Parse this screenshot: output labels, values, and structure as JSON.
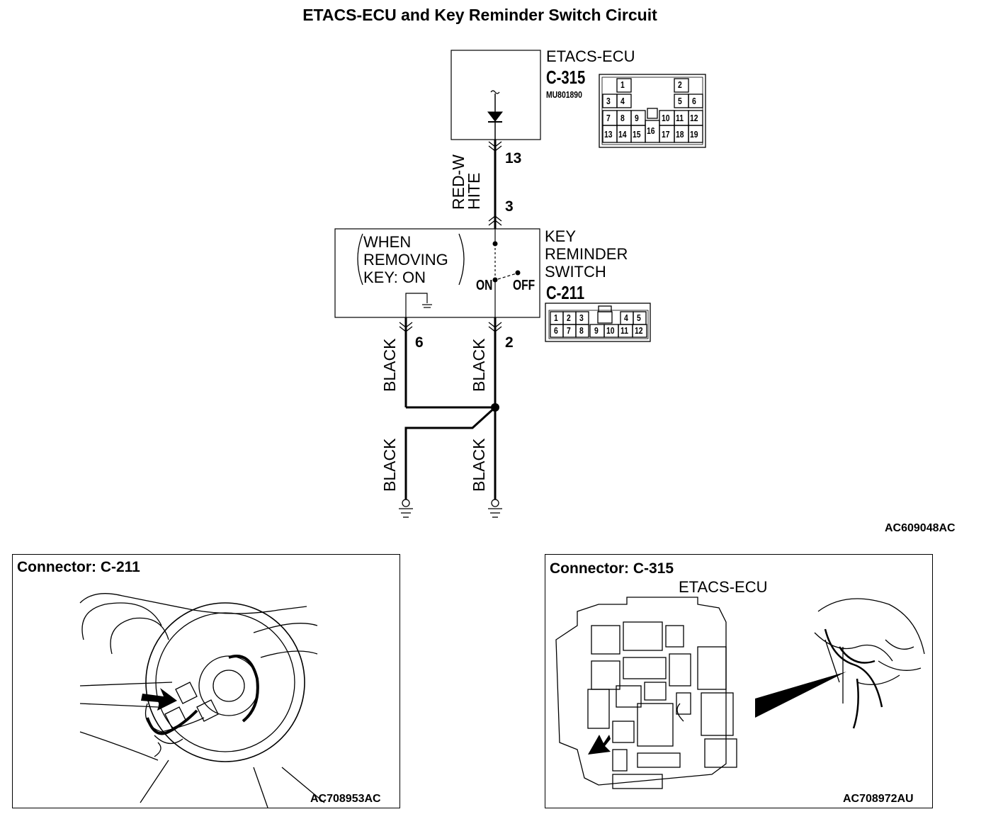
{
  "title": "ETACS-ECU and Key Reminder Switch Circuit",
  "ecu": {
    "name": "ETACS-ECU",
    "connector": "C-315",
    "part_no": "MU801890",
    "pins": [
      "1",
      "2",
      "3",
      "4",
      "5",
      "6",
      "7",
      "8",
      "9",
      "10",
      "11",
      "12",
      "13",
      "14",
      "15",
      "16",
      "17",
      "18",
      "19"
    ]
  },
  "wire_top": {
    "color": "RED-WHITE",
    "pin_ecu": "13",
    "pin_switch": "3"
  },
  "switch": {
    "line1": "KEY",
    "line2": "REMINDER",
    "line3": "SWITCH",
    "connector": "C-211",
    "note_line1": "WHEN",
    "note_line2": "REMOVING",
    "note_line3": "KEY: ON",
    "on_label": "ON",
    "off_label": "OFF",
    "pins": [
      "1",
      "2",
      "3",
      "4",
      "5",
      "6",
      "7",
      "8",
      "9",
      "10",
      "11",
      "12"
    ]
  },
  "wires_bottom": [
    {
      "color": "BLACK",
      "pin": "6"
    },
    {
      "color": "BLACK",
      "pin": "2"
    },
    {
      "color": "BLACK"
    },
    {
      "color": "BLACK"
    }
  ],
  "diagram_code": "AC609048AC",
  "panel_left": {
    "title": "Connector: C-211",
    "code": "AC708953AC"
  },
  "panel_right": {
    "title": "Connector: C-315",
    "subtitle": "ETACS-ECU",
    "code": "AC708972AU"
  }
}
